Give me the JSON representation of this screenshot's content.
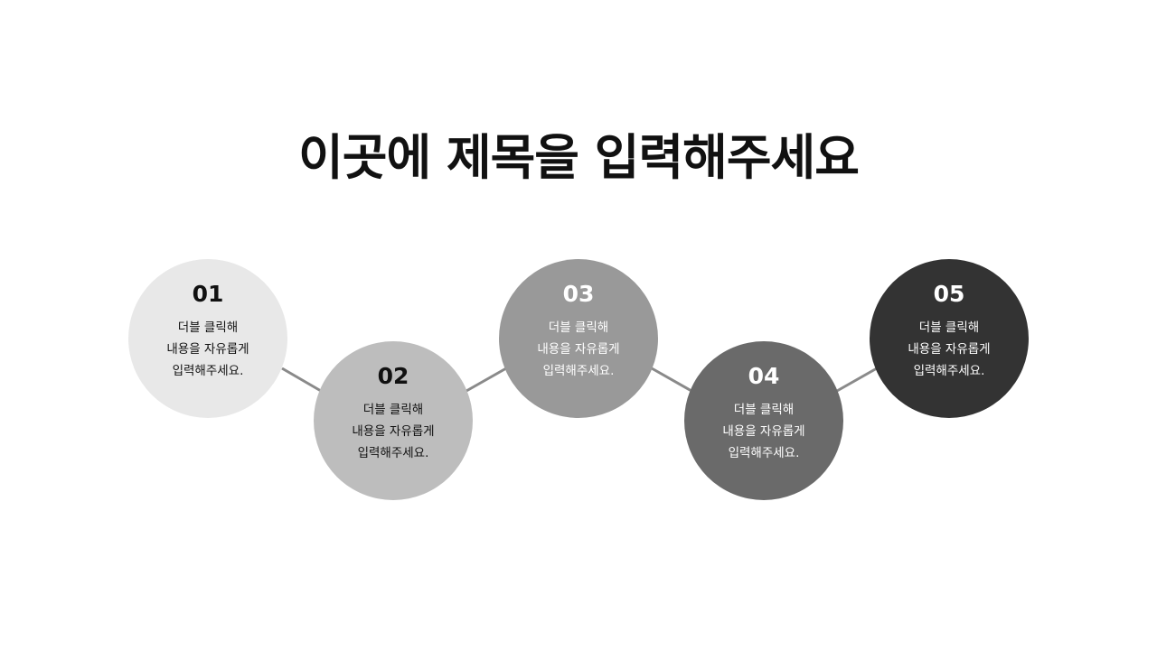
{
  "title": "이곳에 제목을 입력해주세요",
  "steps": [
    {
      "number": "01",
      "text": "더블 클릭해\n내용을 자유롭게\n입력해주세요."
    },
    {
      "number": "02",
      "text": "더블 클릭해\n내용을 자유롭게\n입력해주세요."
    },
    {
      "number": "03",
      "text": "더블 클릭해\n내용을 자유롭게\n입력해주세요."
    },
    {
      "number": "04",
      "text": "더블 클릭해\n내용을 자유롭게\n입력해주세요."
    },
    {
      "number": "05",
      "text": "더블 클릭해\n내용을 자유롭게\n입력해주세요."
    }
  ],
  "colors": {
    "step1": "#e8e8e8",
    "step2": "#bdbdbd",
    "step3": "#999999",
    "step4": "#6a6a6a",
    "step5": "#333333",
    "connector": "#8a8a8a"
  }
}
